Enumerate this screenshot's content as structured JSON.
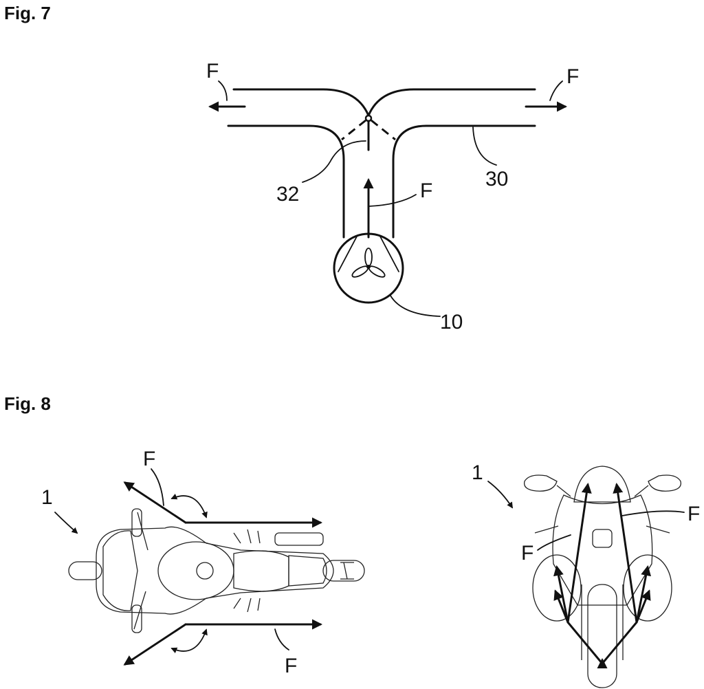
{
  "figures": {
    "fig7": {
      "title": "Fig. 7",
      "labels": {
        "F_left": "F",
        "F_right": "F",
        "F_center": "F",
        "ref_32": "32",
        "ref_30": "30",
        "ref_10": "10"
      }
    },
    "fig8": {
      "title": "Fig. 8",
      "labels": {
        "ref_1_left": "1",
        "ref_1_right": "1",
        "F_top_left": "F",
        "F_bottom_left": "F",
        "F_right_upper": "F",
        "F_right_lower": "F"
      }
    }
  }
}
